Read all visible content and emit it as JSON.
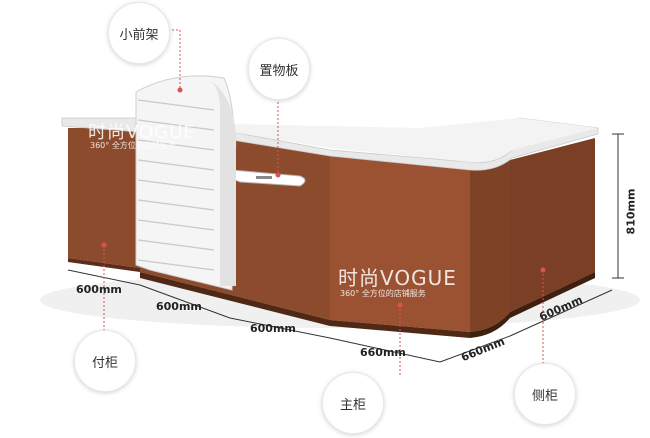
{
  "callouts": {
    "small_front_rack": "小前架",
    "shelf_board": "置物板",
    "side_cabinet_small": "付柜",
    "main_cabinet": "主柜",
    "side_cabinet": "侧柜"
  },
  "dimensions": {
    "d1": "600mm",
    "d2": "600mm",
    "d3": "600mm",
    "d4": "660mm",
    "d5": "660mm",
    "d6": "600mm",
    "height": "810mm"
  },
  "watermark": {
    "brand": "时尚VOGUE",
    "tagline": "360° 全方位的店铺服务"
  },
  "colors": {
    "cabinet": "#8b4b2c",
    "counter_top": "#e9e9e9",
    "rack": "#f4f4f4",
    "accent": "#d9534f"
  }
}
